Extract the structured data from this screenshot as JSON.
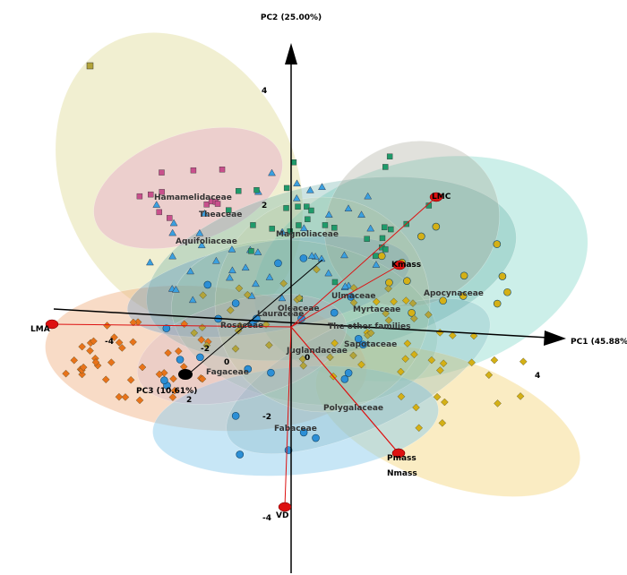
{
  "chart_data": {
    "type": "scatter",
    "title": "",
    "axes": {
      "pc1": {
        "label": "PC1 (45.88%)",
        "ticks": [
          "-4",
          "4"
        ]
      },
      "pc2": {
        "label": "PC2 (25.00%)",
        "ticks": [
          "4",
          "2",
          "-2",
          "-4"
        ]
      },
      "pc3": {
        "label": "PC3 (10.61%)",
        "ticks": [
          "2",
          "-2",
          "0",
          "0"
        ]
      }
    },
    "families": [
      "Hamamelidaceae",
      "Theaceae",
      "Aquifoliaceae",
      "Magnoliaceae",
      "Apocynaceae",
      "Ulmaceae",
      "Myrtaceae",
      "Oleaceae",
      "Lauraceae",
      "Rosaceae",
      "The other families",
      "Sapotaceae",
      "Juglandaceae",
      "Fagaceae",
      "Polygalaceae",
      "Fabaceae"
    ],
    "trait_vectors": [
      {
        "name": "LMA"
      },
      {
        "name": "LMC"
      },
      {
        "name": "Kmass"
      },
      {
        "name": "Pmass"
      },
      {
        "name": "Nmass"
      },
      {
        "name": "VD"
      }
    ],
    "colors": {
      "orange": "#e8731a",
      "yellow": "#d4b016",
      "blue": "#2c8fd6",
      "green": "#1f9a6a",
      "pink": "#c8508c",
      "olive": "#b3a43a",
      "vector": "#dd1111"
    }
  }
}
